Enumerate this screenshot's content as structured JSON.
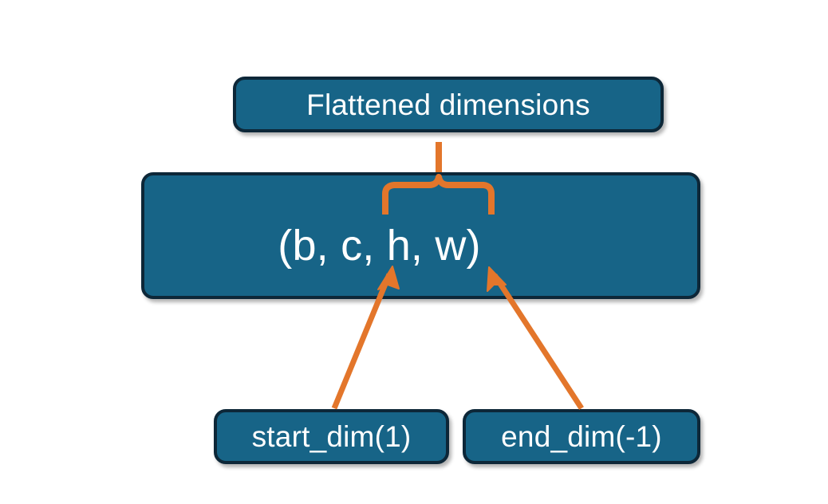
{
  "diagram": {
    "title": "torch.flatten dimension annotation diagram",
    "background_color": "#ffffff",
    "node_fill_color": "#176487",
    "node_border_color": "#0d2738",
    "node_text_color": "#ffffff",
    "accent_color": "#e3762b"
  },
  "nodes": {
    "flattened": {
      "label": "Flattened dimensions"
    },
    "shape": {
      "label": "(b, c, h, w)"
    },
    "start_dim": {
      "label": "start_dim(1)"
    },
    "end_dim": {
      "label": "end_dim(-1)"
    }
  },
  "annotations": {
    "brace": {
      "name": "curly-brace",
      "spans_label": "c, h, w",
      "color": "#e3762b"
    },
    "arrow_start": {
      "name": "arrow-start-dim-to-c",
      "from": "start_dim(1)",
      "to": "c",
      "color": "#e3762b"
    },
    "arrow_end": {
      "name": "arrow-end-dim-to-w",
      "from": "end_dim(-1)",
      "to": "w",
      "color": "#e3762b"
    }
  }
}
